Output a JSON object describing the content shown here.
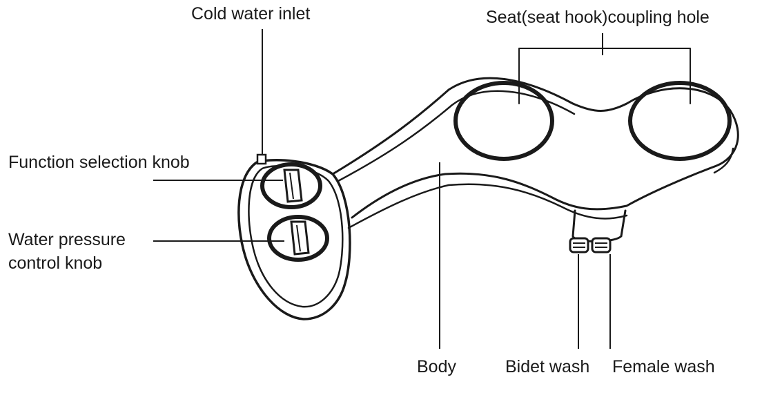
{
  "labels": {
    "cold_water_inlet": "Cold water inlet",
    "seat_coupling_hole": "Seat(seat hook)coupling hole",
    "function_knob": "Function selection knob",
    "pressure_knob_line1": "Water pressure",
    "pressure_knob_line2": "control knob",
    "body": "Body",
    "bidet_wash": "Bidet wash",
    "female_wash": "Female wash"
  },
  "colors": {
    "line": "#1a1a1a",
    "background": "#ffffff"
  }
}
